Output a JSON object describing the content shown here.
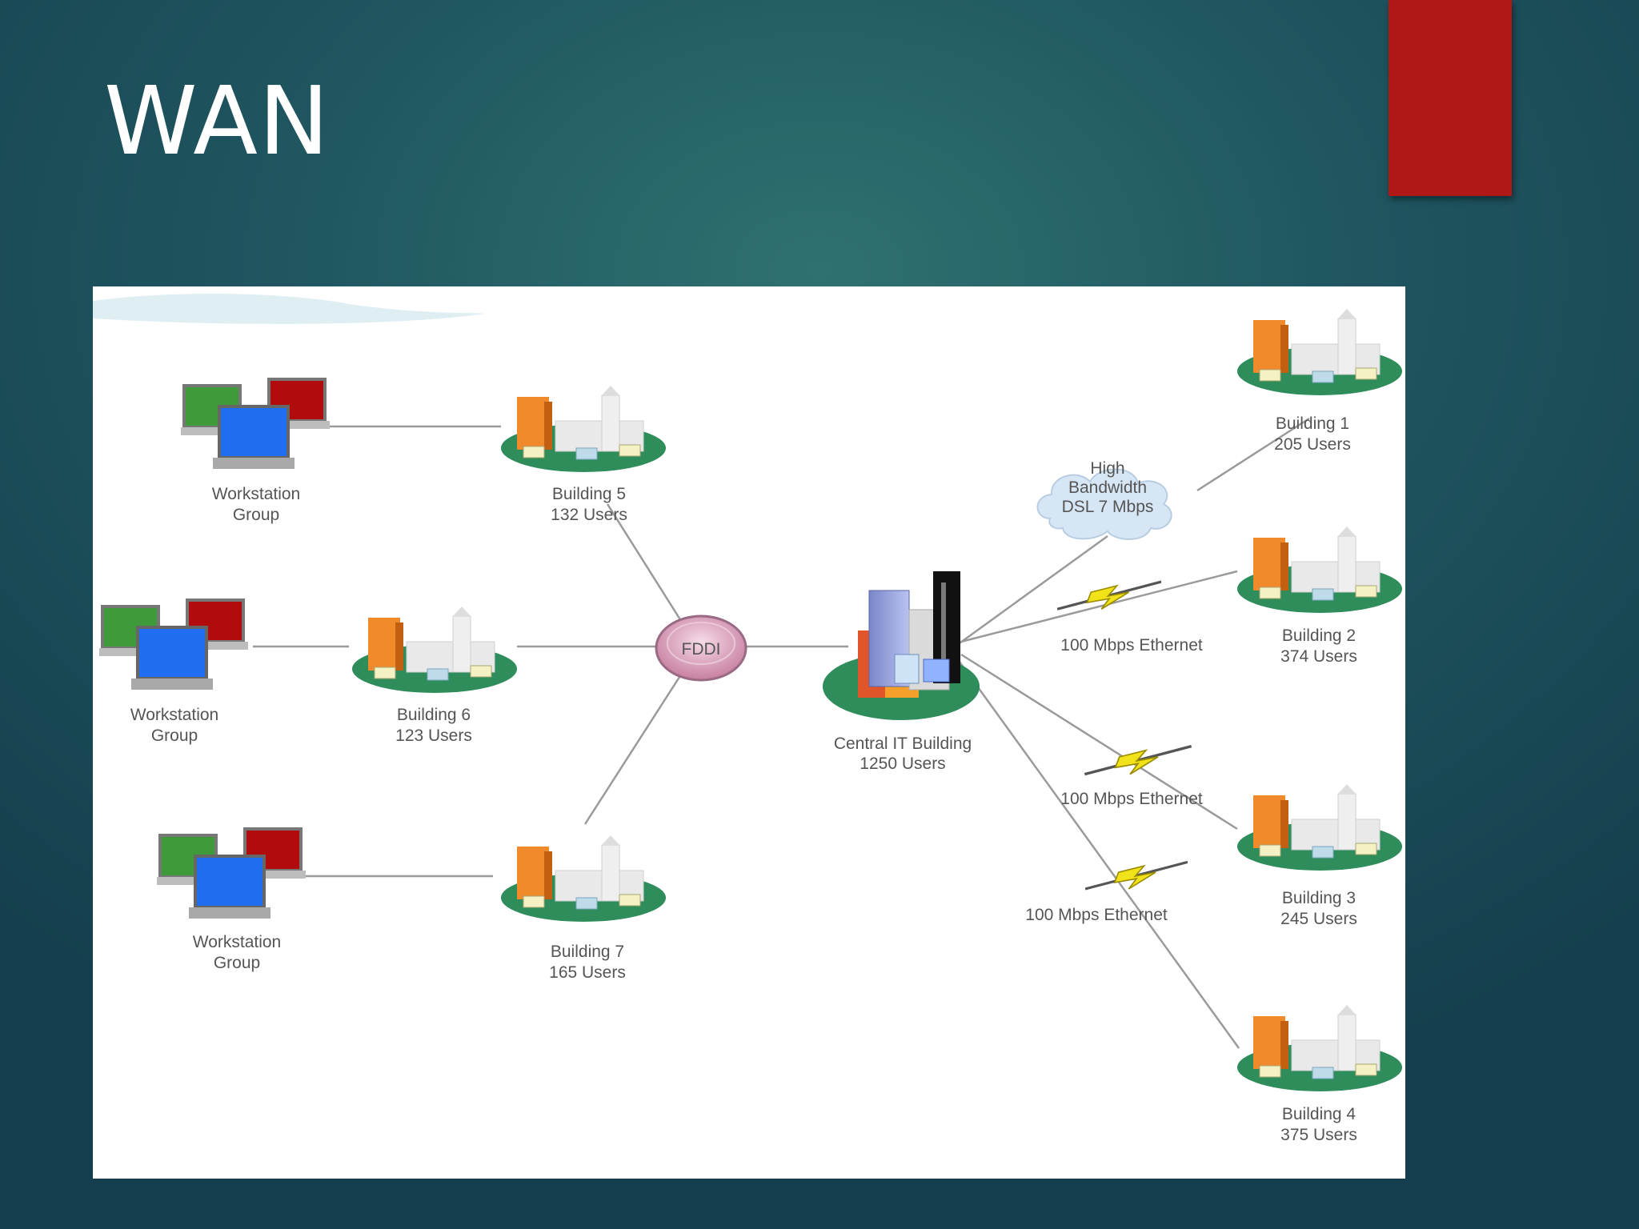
{
  "slide": {
    "title": "WAN",
    "accent_color": "#b01818"
  },
  "diagram": {
    "hub": {
      "label": "FDDI"
    },
    "central": {
      "line1": "Central IT Building",
      "line2": "1250 Users"
    },
    "cloud": {
      "line1": "High",
      "line2": "Bandwidth",
      "line3": "DSL 7 Mbps"
    },
    "links": [
      {
        "label": "100 Mbps Ethernet"
      },
      {
        "label": "100 Mbps Ethernet"
      },
      {
        "label": "100 Mbps Ethernet"
      }
    ],
    "buildings": [
      {
        "id": "b1",
        "line1": "Building 1",
        "line2": "205 Users"
      },
      {
        "id": "b2",
        "line1": "Building 2",
        "line2": "374 Users"
      },
      {
        "id": "b3",
        "line1": "Building 3",
        "line2": "245 Users"
      },
      {
        "id": "b4",
        "line1": "Building 4",
        "line2": "375 Users"
      },
      {
        "id": "b5",
        "line1": "Building 5",
        "line2": "132 Users"
      },
      {
        "id": "b6",
        "line1": "Building 6",
        "line2": "123 Users"
      },
      {
        "id": "b7",
        "line1": "Building 7",
        "line2": "165 Users"
      }
    ],
    "workstations": [
      {
        "line1": "Workstation",
        "line2": "Group"
      },
      {
        "line1": "Workstation",
        "line2": "Group"
      },
      {
        "line1": "Workstation",
        "line2": "Group"
      }
    ]
  }
}
